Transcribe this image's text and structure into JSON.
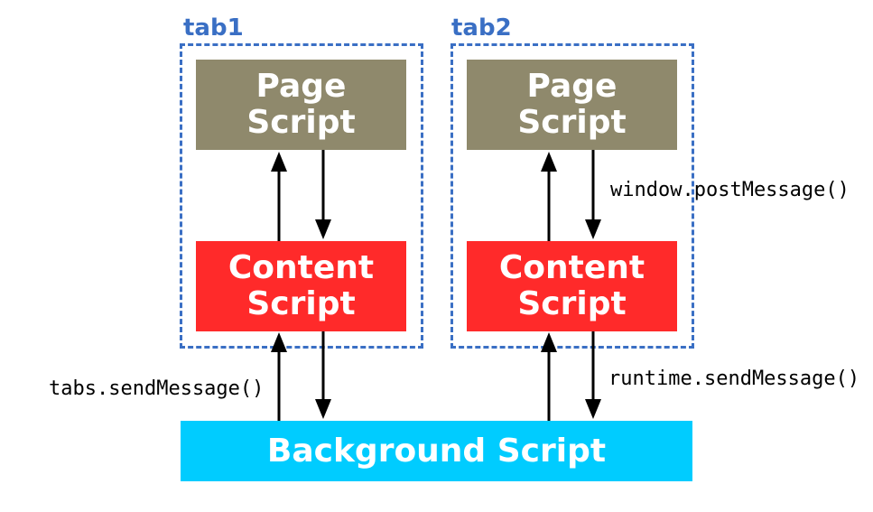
{
  "tabs": [
    {
      "label": "tab1",
      "page_script": "Page\nScript",
      "content_script": "Content\nScript"
    },
    {
      "label": "tab2",
      "page_script": "Page\nScript",
      "content_script": "Content\nScript"
    }
  ],
  "background_script": "Background Script",
  "labels": {
    "window_post_message": "window.postMessage()",
    "tabs_send_message": "tabs.sendMessage()",
    "runtime_send_message": "runtime.sendMessage()"
  },
  "colors": {
    "tab_frame": "#3a6fc4",
    "page_script": "#8f896c",
    "content_script": "#ff2a2a",
    "background_script": "#00ccff",
    "arrow": "#000000"
  }
}
